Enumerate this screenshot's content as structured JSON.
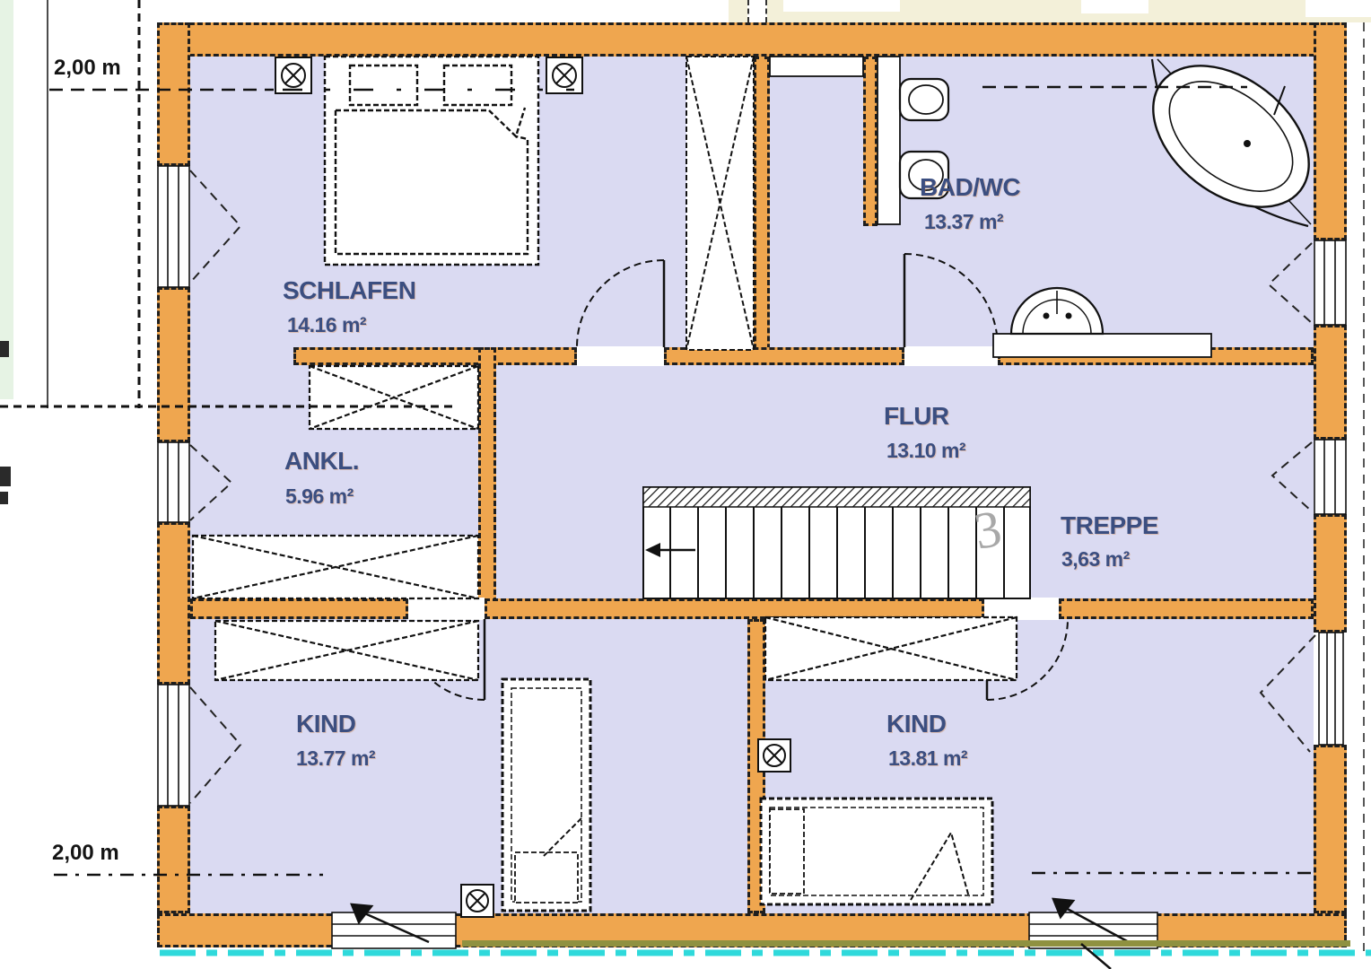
{
  "plan": {
    "rooms": [
      {
        "id": "schlafen",
        "name": "SCHLAFEN",
        "area": "14.16 m²"
      },
      {
        "id": "bad-wc",
        "name": "BAD/WC",
        "area": "13.37 m²"
      },
      {
        "id": "ankl",
        "name": "ANKL.",
        "area": "5.96 m²"
      },
      {
        "id": "flur",
        "name": "FLUR",
        "area": "13.10 m²"
      },
      {
        "id": "treppe",
        "name": "TREPPE",
        "area": "3,63 m²"
      },
      {
        "id": "kind-left",
        "name": "KIND",
        "area": "13.77 m²"
      },
      {
        "id": "kind-right",
        "name": "KIND",
        "area": "13.81 m²"
      }
    ],
    "dimensions": {
      "top_left": "2,00 m",
      "bottom_left": "2,00 m"
    },
    "stairs": {
      "count_mark": "3"
    },
    "colors": {
      "wall": "#efa64f",
      "floor": "#dadaf2",
      "label": "#3b4e80",
      "cream": "#f3f0d9",
      "mint": "#e6f3e4",
      "olive": "#8f9140",
      "cyan": "#2fd9db"
    }
  }
}
